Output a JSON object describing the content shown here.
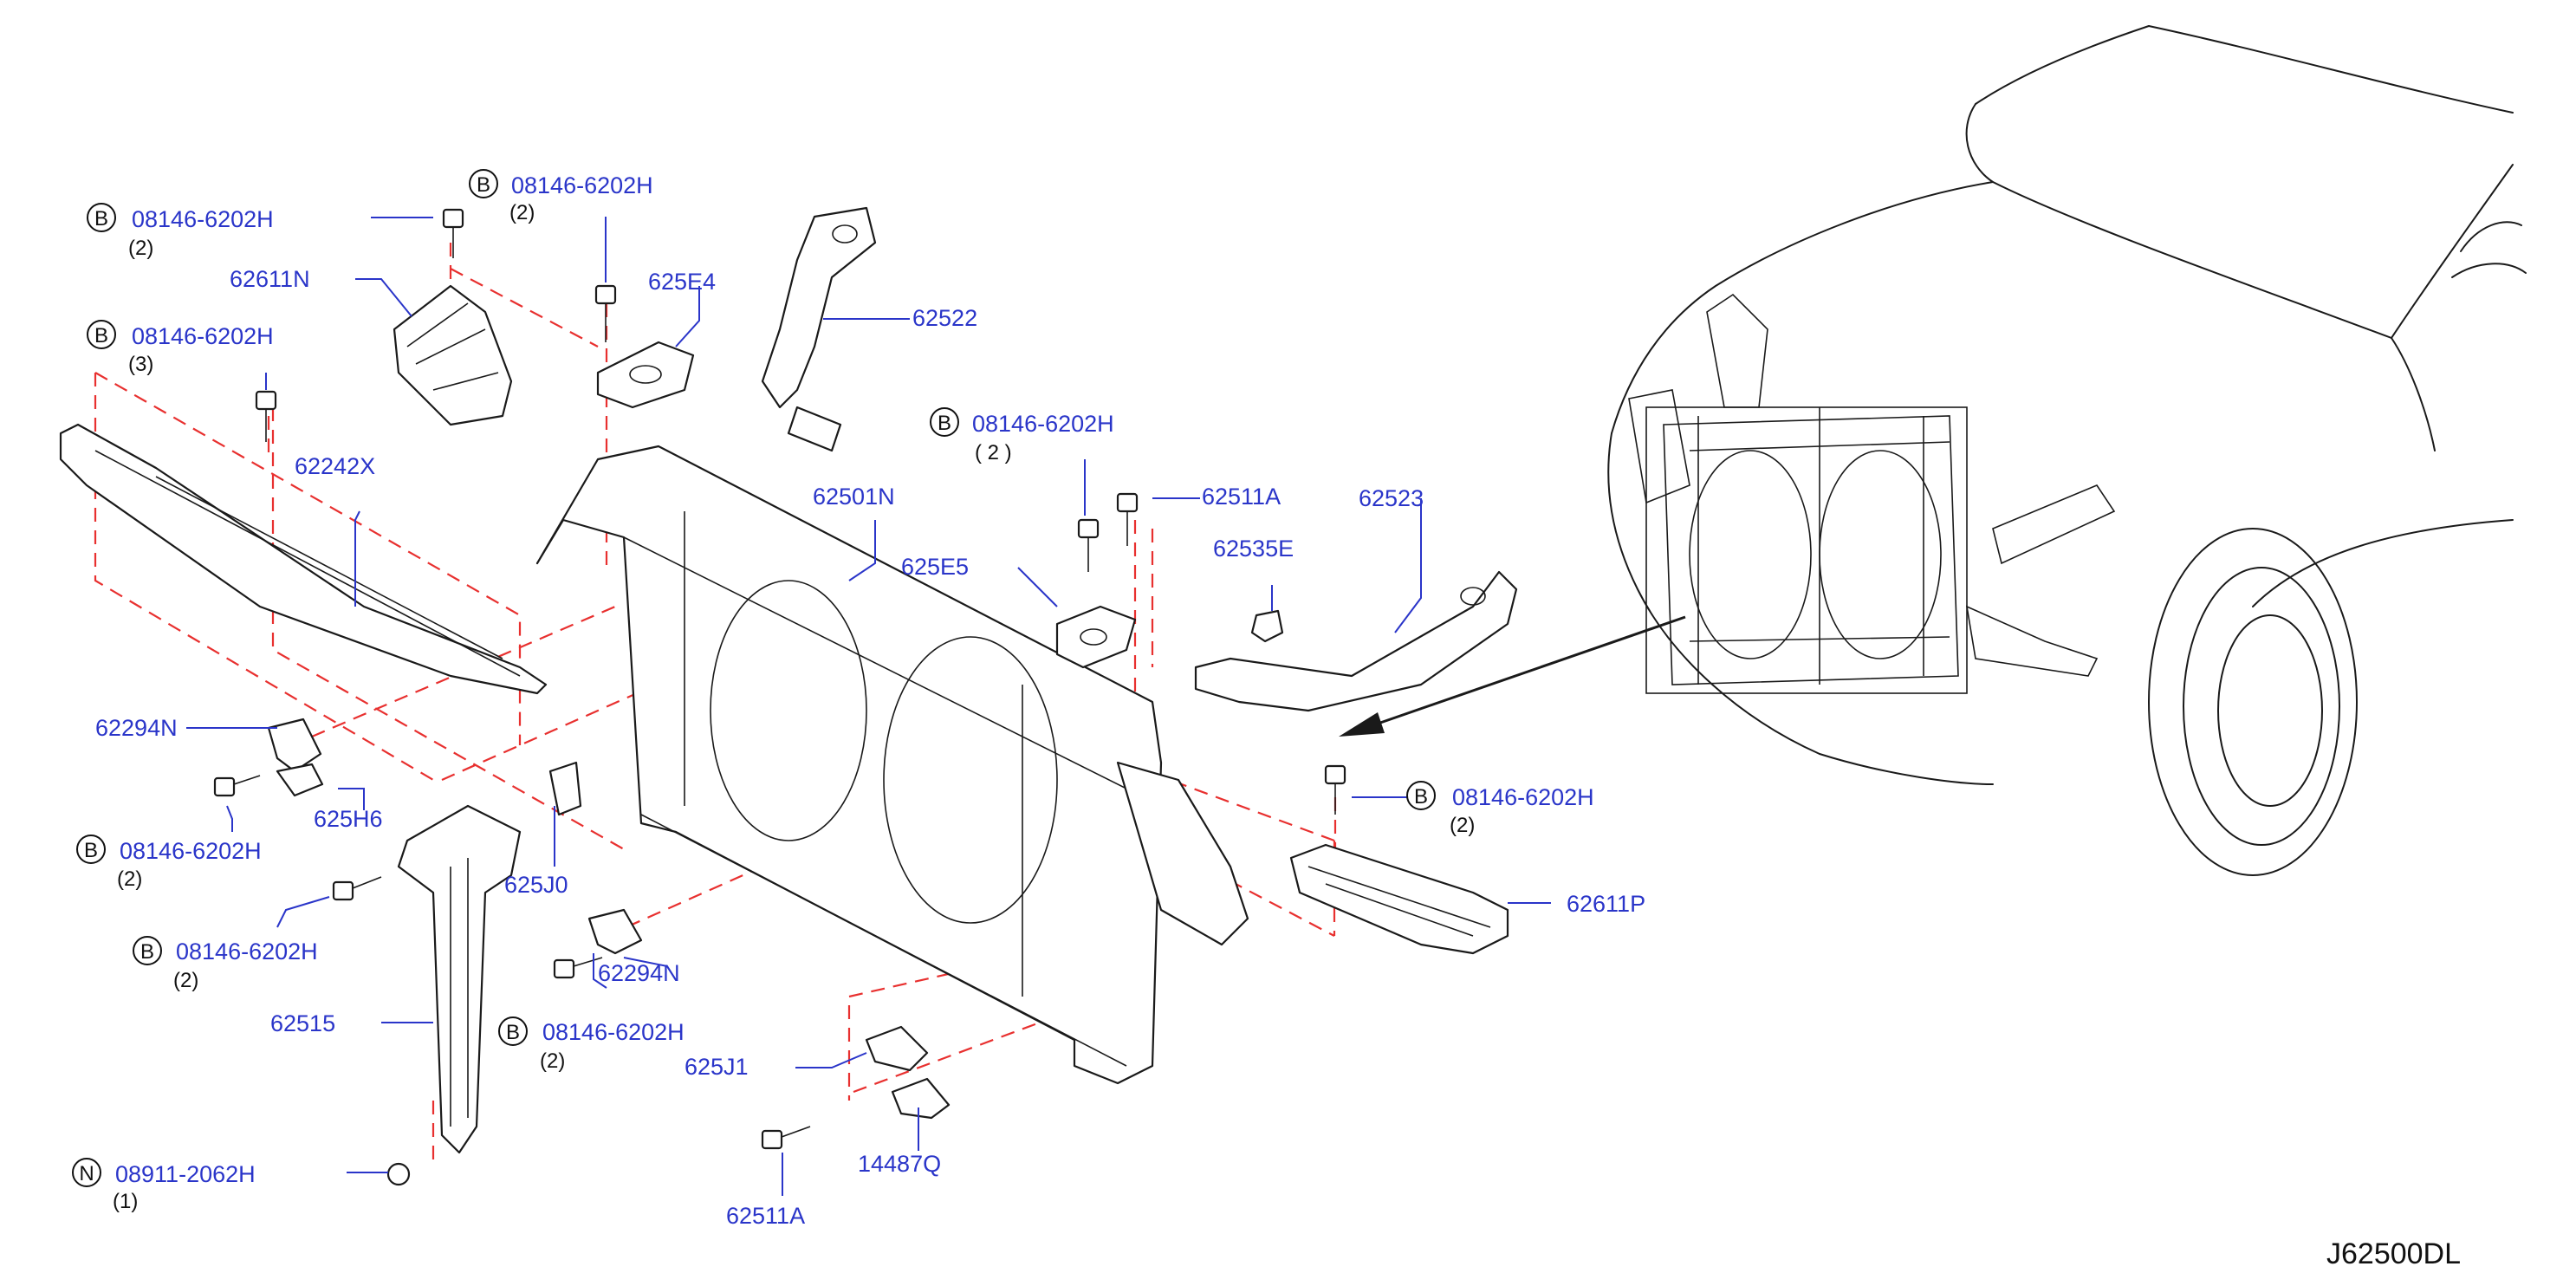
{
  "callouts": [
    {
      "id": "c1",
      "prefix": "B",
      "part": "08146-6202H",
      "qty": "(2)"
    },
    {
      "id": "c2",
      "prefix": "B",
      "part": "08146-6202H",
      "qty": "(2)"
    },
    {
      "id": "c3",
      "prefix": "B",
      "part": "08146-6202H",
      "qty": "(3)"
    },
    {
      "id": "c4",
      "prefix": "B",
      "part": "08146-6202H",
      "qty": "( 2 )"
    },
    {
      "id": "c5",
      "prefix": "B",
      "part": "08146-6202H",
      "qty": "(2)"
    },
    {
      "id": "c6",
      "prefix": "B",
      "part": "08146-6202H",
      "qty": "(2)"
    },
    {
      "id": "c7",
      "prefix": "B",
      "part": "08146-6202H",
      "qty": "(2)"
    },
    {
      "id": "c8",
      "prefix": "B",
      "part": "08146-6202H",
      "qty": "(2)"
    },
    {
      "id": "c9",
      "prefix": "N",
      "part": "08911-2062H",
      "qty": "(1)"
    }
  ],
  "labels": {
    "l62611N": "62611N",
    "l625E4": "625E4",
    "l62522": "62522",
    "l62242X": "62242X",
    "l62501N": "62501N",
    "l625E5": "625E5",
    "l62511A_top": "62511A",
    "l62523": "62523",
    "l62535E": "62535E",
    "l62294N_left": "62294N",
    "l625H6": "625H6",
    "l625J0": "625J0",
    "l62294N_mid": "62294N",
    "l62515": "62515",
    "l625J1": "625J1",
    "l14487Q": "14487Q",
    "l62511A_bot": "62511A",
    "l62611P": "62611P"
  },
  "diagram_code": "J62500DL",
  "colors": {
    "label": "#2a35c9",
    "dashed_guide": "#e8302f",
    "line_art": "#1a1a1a"
  }
}
